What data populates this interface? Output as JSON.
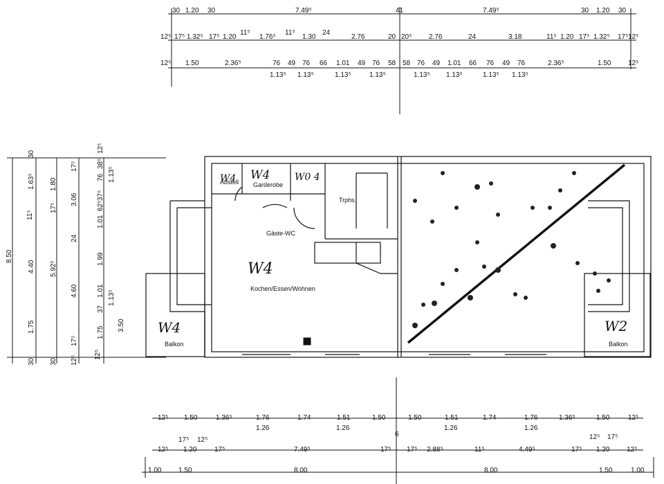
{
  "dims_top": {
    "row1": [
      "30",
      "1.20",
      "30",
      "7.49⁵",
      "41",
      "7.49⁵",
      "30",
      "1.20",
      "30"
    ],
    "row2": [
      "12⁵",
      "17⁵",
      "1.32⁵",
      "17⁵",
      "1.20",
      "11⁵",
      "1.76⁵",
      "11⁵",
      "1.30",
      "24",
      "2.76",
      "20",
      "20⁵",
      "2.76",
      "24",
      "3.18",
      "11⁵",
      "1.20",
      "17⁵",
      "1.32⁵",
      "17⁵",
      "12⁵"
    ],
    "row3": [
      "12⁵",
      "1.50",
      "2.36⁵",
      "76",
      "49",
      "76",
      "66",
      "1.01",
      "49",
      "76",
      "58",
      "58",
      "76",
      "49",
      "1.01",
      "66",
      "76",
      "49",
      "76",
      "2.36⁵",
      "1.50",
      "12⁵"
    ],
    "row3_sub": [
      "1.13⁵",
      "1.13⁵",
      "1.13⁵",
      "1.13⁵",
      "1.13⁵",
      "1.13⁵",
      "1.13⁵",
      "1.13⁵"
    ]
  },
  "dims_bottom": {
    "row1": [
      "12⁵",
      "1.50",
      "1.36⁵",
      "1.76",
      "1.74",
      "1.51",
      "1.50",
      "1.50",
      "1.51",
      "1.74",
      "1.76",
      "1.36⁵",
      "1.50",
      "12⁵"
    ],
    "row1_sub": [
      "1.26",
      "1.26",
      "1.26",
      "1.26"
    ],
    "row2": [
      "12⁵",
      "17⁵",
      "12⁵",
      "1.20",
      "17⁵",
      "7.49⁵",
      "17⁵",
      "6",
      "17⁵",
      "2.88⁵",
      "11⁵",
      "4.49⁵",
      "17⁵",
      "12⁵",
      "17⁵",
      "1.20",
      "12⁵"
    ],
    "row3": [
      "1.00",
      "1.50",
      "8.00",
      "8.00",
      "1.50",
      "1.00"
    ]
  },
  "dims_left": {
    "outer": [
      "8.50"
    ],
    "col2": [
      "11⁵",
      "1.63⁵",
      "4.40",
      "1.75",
      "30",
      "30"
    ],
    "col3": [
      "1.80",
      "17⁵",
      "5.92⁵",
      "30"
    ],
    "col4": [
      "17⁵",
      "3.06",
      "24",
      "4.60",
      "17⁵",
      "12⁵"
    ],
    "col5": [
      "12⁵",
      "76",
      "38⁵",
      "37⁵",
      "62⁵",
      "1.13⁵",
      "1.01",
      "1.99",
      "1.01",
      "37",
      "1.13⁵",
      "1.75",
      "12⁵",
      "3.50"
    ]
  },
  "rooms": {
    "abstell": "Abstell",
    "garderobe": "Garderobe",
    "gaeste_wc": "Gäste-WC",
    "treppe": "Trphs.",
    "kochen": "Kochen/Essen/Wohnen",
    "balkon_left": "Balkon",
    "balkon_right": "Balkon"
  },
  "handwritten": {
    "w4_abstell": "W4",
    "w4_garderobe": "W4",
    "w4_wc": "W0\n4",
    "w4_main": "W4",
    "w4_balkon": "W4",
    "w2_balkon": "W2"
  },
  "colors": {
    "line": "#111111",
    "background": "#ffffff",
    "stain": "#222222"
  }
}
